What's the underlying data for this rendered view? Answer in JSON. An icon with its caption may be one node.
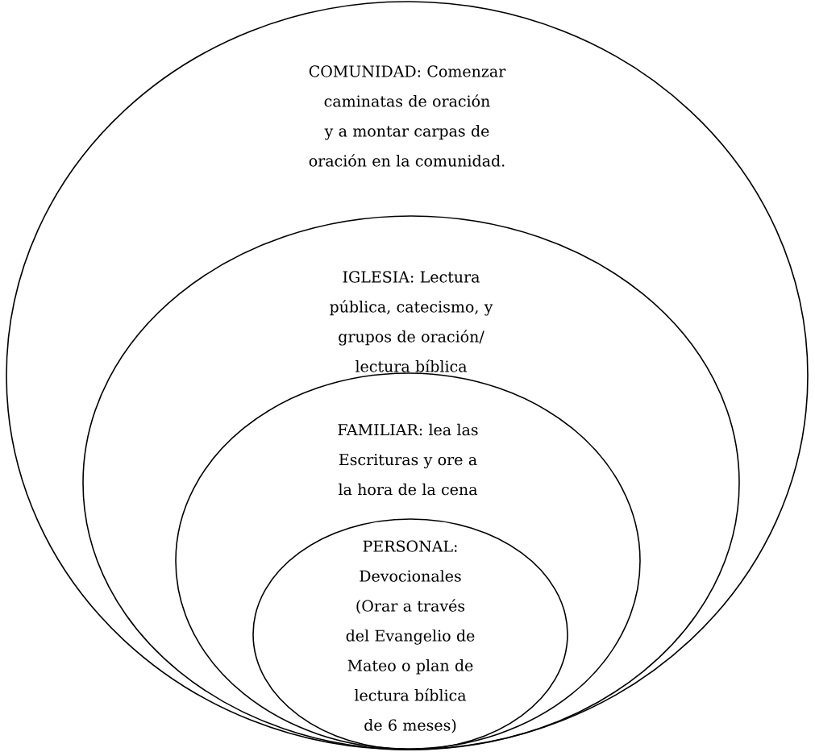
{
  "diagram": {
    "nodes": [
      {
        "text": [
          "COMUNIDAD: Comenzar caminatas de oración y a montar carpas de oración en la comunidad."
        ]
      },
      {
        "text": [
          "IGLESIA: Lectura pública, catecismo, y grupos de oración/ lectura bíblica"
        ],
        "in": 0
      },
      {
        "text": [
          "FAMILIAR: lea las Escrituras y ore a la hora de la cena"
        ],
        "in": 1
      },
      {
        "text": [
          "PERSONAL: Devocionales (Orar a través del Evangelio de Mateo o plan de lectura bíblica de 6 meses)"
        ],
        "in": 2
      }
    ]
  }
}
